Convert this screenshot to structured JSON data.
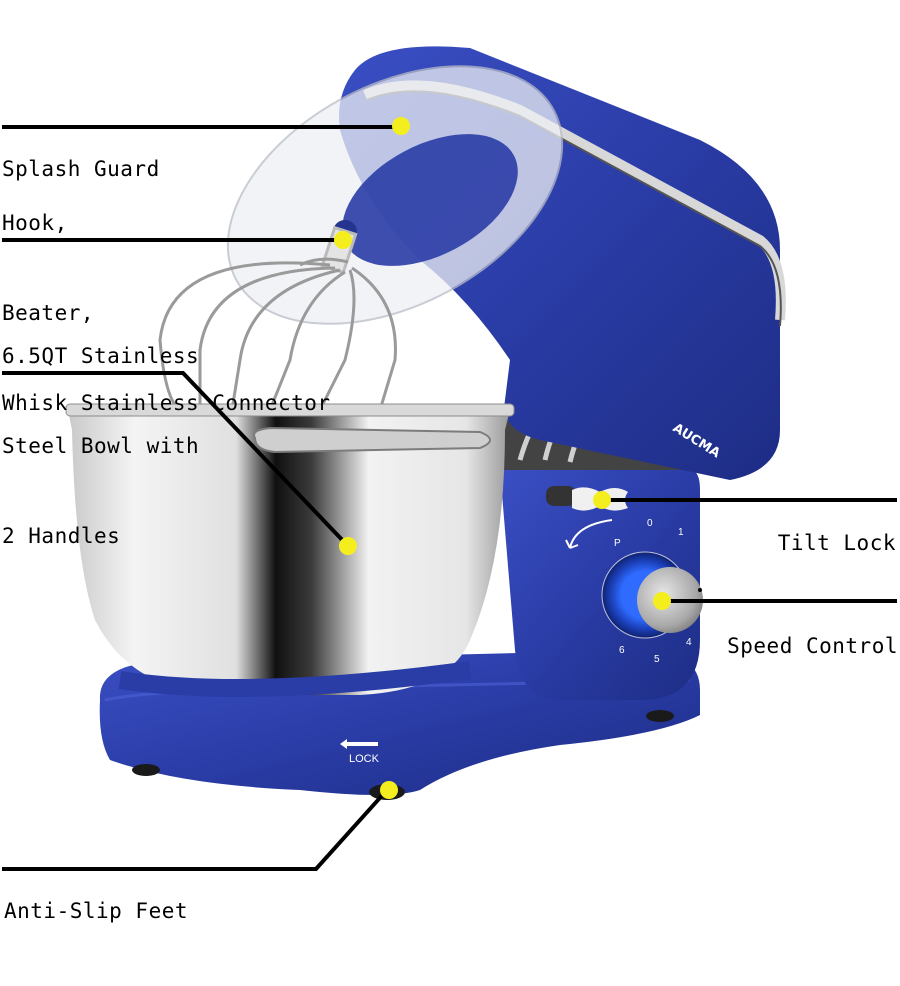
{
  "diagram": {
    "subject": "Stand mixer feature callouts",
    "brand": "AUCMA",
    "body_color": "#2b3ea8",
    "callout_dot_color": "#f5ee1e",
    "leader_line_color": "#000000",
    "base_marking": {
      "arrow": "left-arrow",
      "text": "LOCK"
    },
    "speed_dial": {
      "marks": [
        "P",
        "0",
        "1",
        "4",
        "5",
        "6"
      ]
    },
    "callouts": [
      {
        "id": "splash-guard",
        "lines": [
          "Splash Guard"
        ],
        "side": "left"
      },
      {
        "id": "connector",
        "lines": [
          "Hook,",
          "Beater,",
          "Whisk Stainless Connector"
        ],
        "side": "left"
      },
      {
        "id": "bowl",
        "lines": [
          "6.5QT Stainless",
          "Steel Bowl with",
          "2 Handles"
        ],
        "side": "left"
      },
      {
        "id": "tilt-lock",
        "lines": [
          "Tilt Lock"
        ],
        "side": "right"
      },
      {
        "id": "speed-control",
        "lines": [
          "Speed Control"
        ],
        "side": "right"
      },
      {
        "id": "anti-slip-feet",
        "lines": [
          "Anti-Slip Feet"
        ],
        "side": "left"
      }
    ]
  }
}
